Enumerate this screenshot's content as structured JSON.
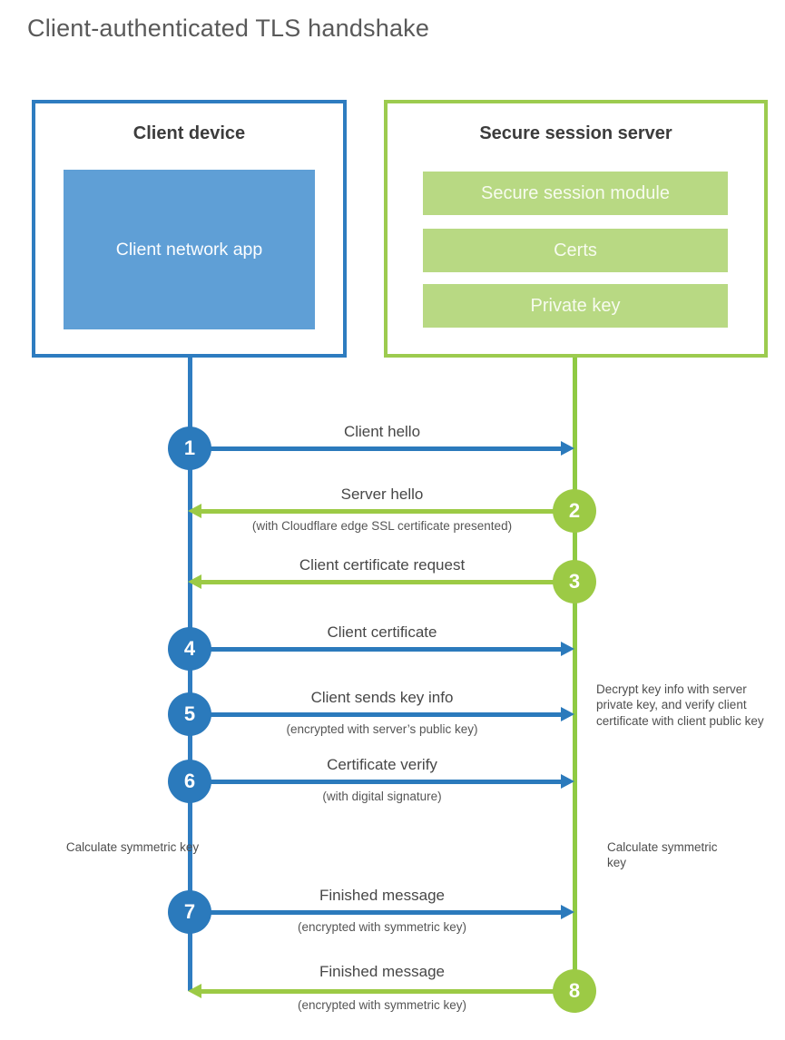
{
  "title": "Client-authenticated TLS handshake",
  "client": {
    "title": "Client device",
    "app_label": "Client network app"
  },
  "server": {
    "title": "Secure session server",
    "modules": [
      "Secure session module",
      "Certs",
      "Private key"
    ]
  },
  "steps": [
    {
      "num": "1",
      "label": "Client hello",
      "direction": "right",
      "from": "client"
    },
    {
      "num": "2",
      "label": "Server hello",
      "sublabel": "(with Cloudflare edge SSL certificate presented)",
      "direction": "left",
      "from": "server"
    },
    {
      "num": "3",
      "label": "Client certificate request",
      "direction": "left",
      "from": "server"
    },
    {
      "num": "4",
      "label": "Client certificate",
      "direction": "right",
      "from": "client"
    },
    {
      "num": "5",
      "label": "Client sends key info",
      "sublabel": "(encrypted with server’s public key)",
      "direction": "right",
      "from": "client"
    },
    {
      "num": "6",
      "label": "Certificate verify",
      "sublabel": "(with digital signature)",
      "direction": "right",
      "from": "client"
    },
    {
      "num": "7",
      "label": "Finished message",
      "sublabel": "(encrypted with symmetric key)",
      "direction": "right",
      "from": "client"
    },
    {
      "num": "8",
      "label": "Finished message",
      "sublabel": "(encrypted with symmetric key)",
      "direction": "left",
      "from": "server"
    }
  ],
  "notes": {
    "decrypt": "Decrypt key info with server private key, and verify client certificate with client public key",
    "calc_left": "Calculate symmetric key",
    "calc_right": "Calculate symmetric key"
  },
  "colors": {
    "blue_accent": "#2b7abc",
    "blue_fill": "#5f9fd6",
    "green_accent": "#9cca45",
    "green_line": "#8fca43",
    "green_fill": "#b8d983",
    "text_dark": "#3c3c3c",
    "text_gray": "#555555"
  }
}
